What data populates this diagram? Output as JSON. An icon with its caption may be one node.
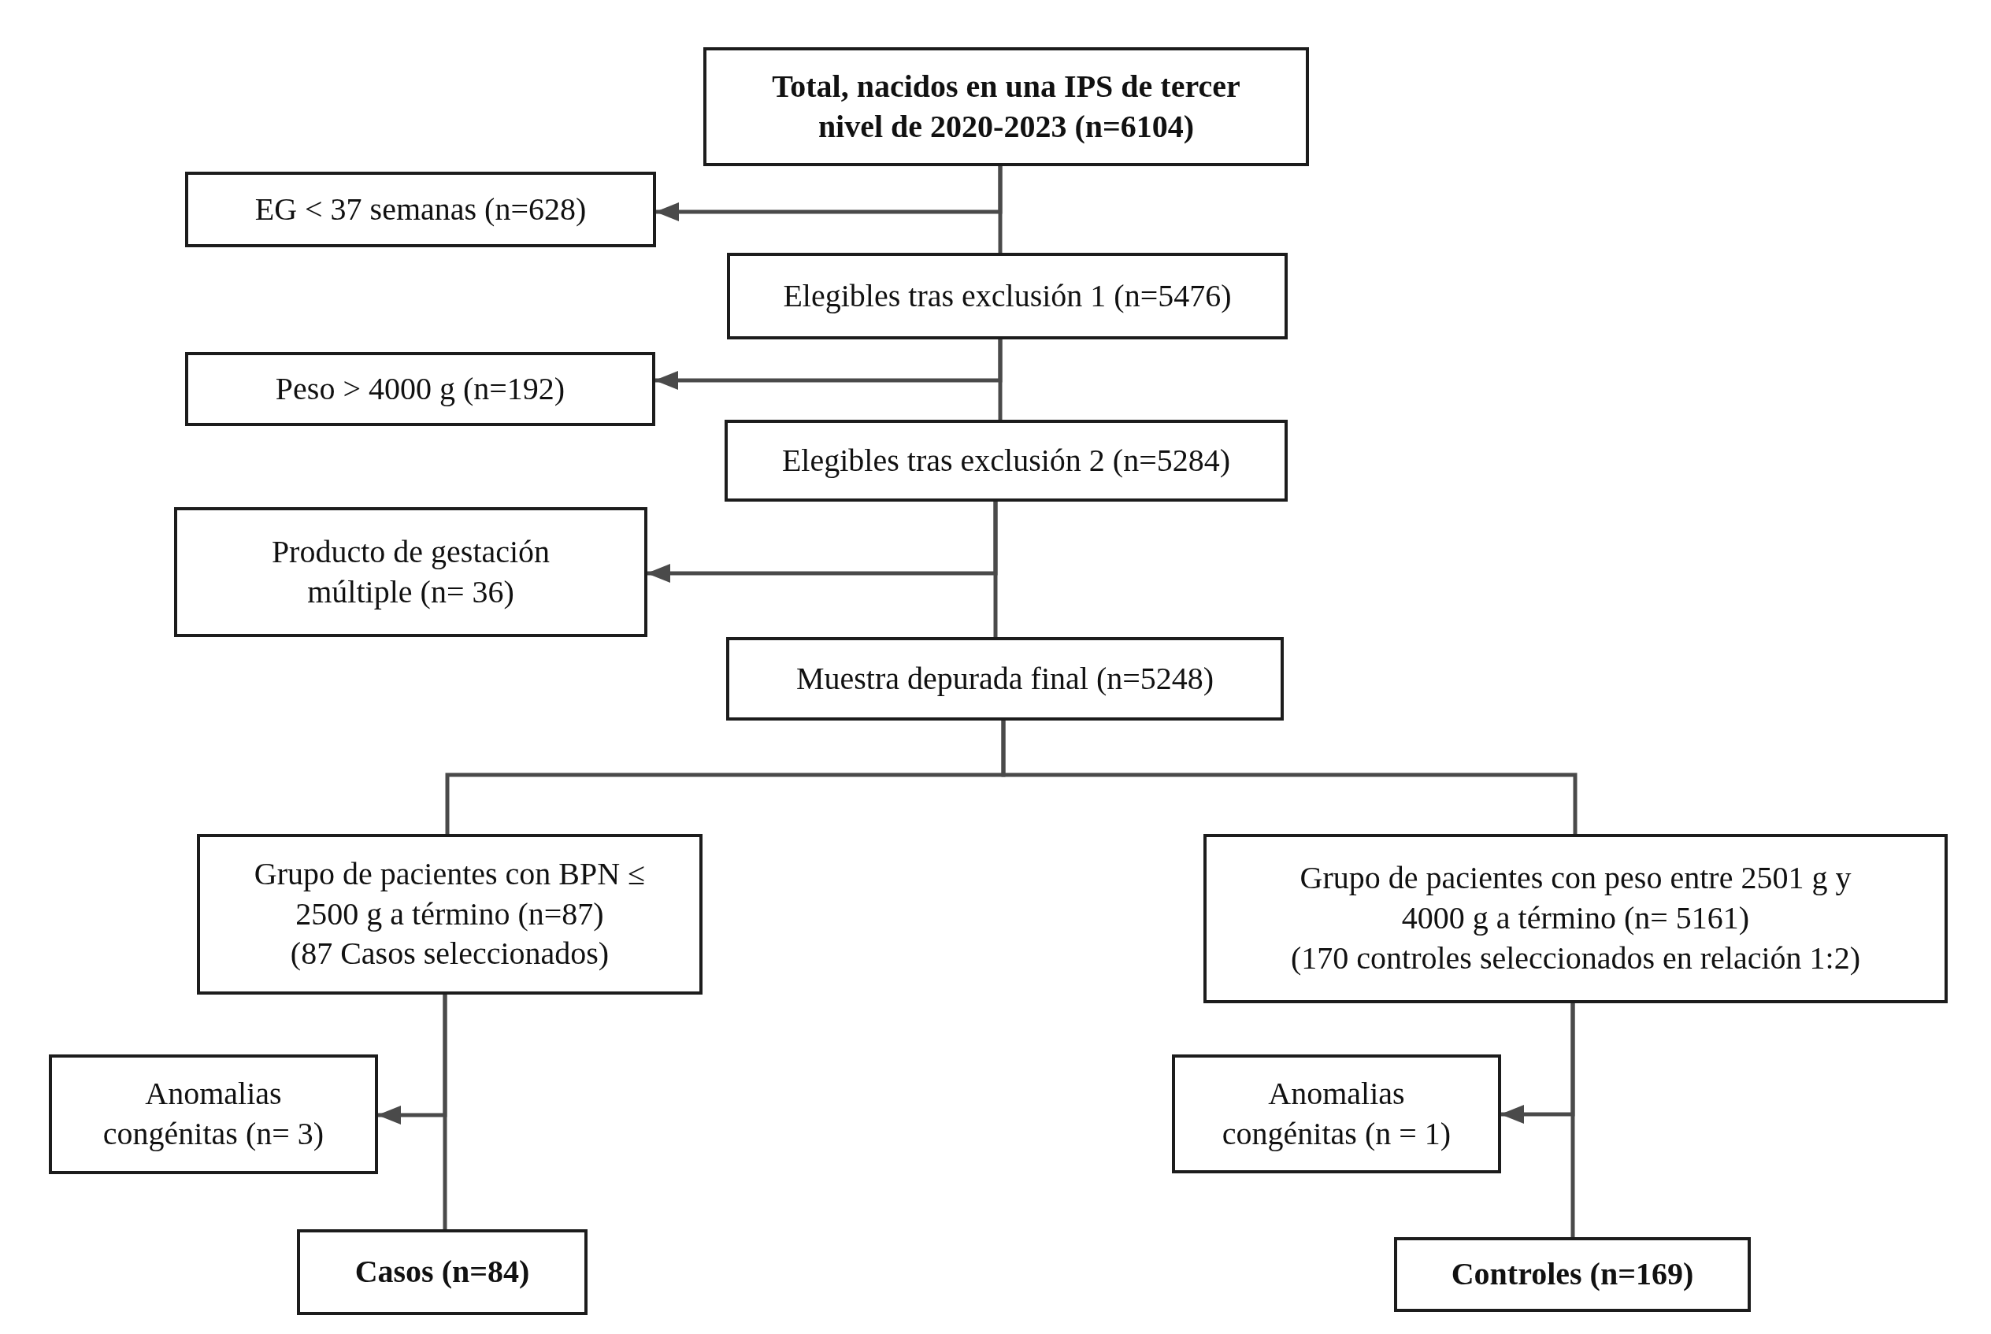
{
  "diagram": {
    "nodes": [
      {
        "text": [
          "Total, nacidos en una IPS de tercer nivel de 2020-2023 (n=6104)"
        ]
      },
      {
        "text": [
          "EG < 37 semanas (n=628)"
        ]
      },
      {
        "text": [
          "Elegibles tras exclusión 1 (n=5476)"
        ]
      },
      {
        "text": [
          "Peso > 4000 g (n=192)"
        ]
      },
      {
        "text": [
          "Elegibles tras exclusión 2 (n=5284)"
        ]
      },
      {
        "text": [
          "Producto de gestación múltiple (n= 36)"
        ]
      },
      {
        "text": [
          "Muestra depurada final (n=5248)"
        ]
      },
      {
        "text": [
          "Grupo de pacientes con BPN ≤ 2500 g a término (n=87)",
          "(87 Casos seleccionados)"
        ]
      },
      {
        "text": [
          "Grupo de pacientes con peso entre 2501 g y 4000 g a término (n= 5161)",
          "(170 controles seleccionados en relación 1:2)"
        ]
      },
      {
        "text": [
          "Anomalias congénitas (n= 3)"
        ]
      },
      {
        "text": [
          "Casos (n=84)"
        ]
      },
      {
        "text": [
          "Anomalias congénitas (n = 1)"
        ]
      },
      {
        "text": [
          "Controles (n=169)"
        ]
      }
    ],
    "edges": [
      {
        "from": 0,
        "to": 2,
        "arrow": "none"
      },
      {
        "from": 0,
        "to": 1,
        "arrow": "to"
      },
      {
        "from": 2,
        "to": 4,
        "arrow": "none"
      },
      {
        "from": 2,
        "to": 3,
        "arrow": "to"
      },
      {
        "from": 4,
        "to": 6,
        "arrow": "none"
      },
      {
        "from": 4,
        "to": 5,
        "arrow": "to"
      },
      {
        "from": 6,
        "to": 7,
        "arrow": "none"
      },
      {
        "from": 6,
        "to": 8,
        "arrow": "none"
      },
      {
        "from": 7,
        "to": 10,
        "arrow": "none"
      },
      {
        "from": 7,
        "to": 9,
        "arrow": "to"
      },
      {
        "from": 8,
        "to": 12,
        "arrow": "none"
      },
      {
        "from": 8,
        "to": 11,
        "arrow": "to"
      }
    ]
  }
}
